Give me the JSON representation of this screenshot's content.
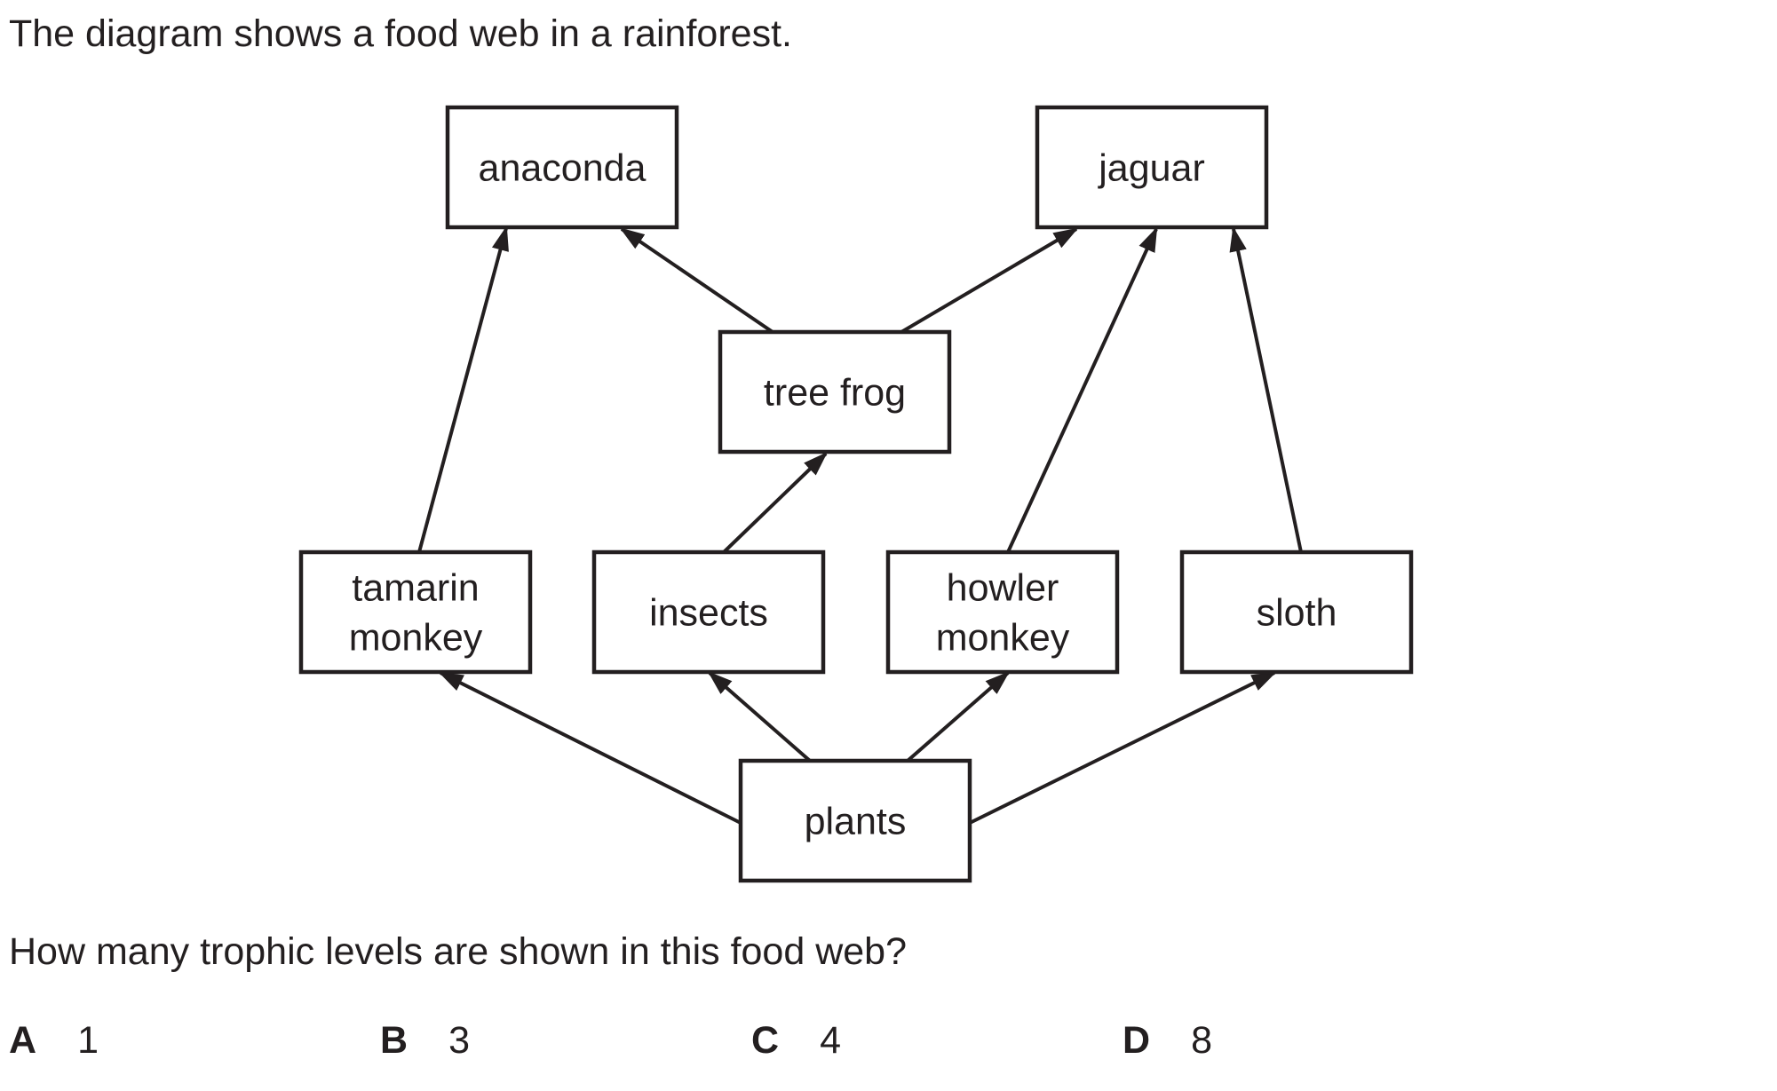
{
  "intro": "The diagram shows a food web in a rainforest.",
  "diagram": {
    "nodes": [
      {
        "id": "anaconda",
        "lines": [
          "anaconda"
        ]
      },
      {
        "id": "jaguar",
        "lines": [
          "jaguar"
        ]
      },
      {
        "id": "tree-frog",
        "lines": [
          "tree frog"
        ]
      },
      {
        "id": "tamarin-monkey",
        "lines": [
          "tamarin",
          "monkey"
        ]
      },
      {
        "id": "insects",
        "lines": [
          "insects"
        ]
      },
      {
        "id": "howler-monkey",
        "lines": [
          "howler",
          "monkey"
        ]
      },
      {
        "id": "sloth",
        "lines": [
          "sloth"
        ]
      },
      {
        "id": "plants",
        "lines": [
          "plants"
        ]
      }
    ],
    "edges": [
      {
        "from": "tamarin-monkey",
        "to": "anaconda"
      },
      {
        "from": "tree-frog",
        "to": "anaconda"
      },
      {
        "from": "tree-frog",
        "to": "jaguar"
      },
      {
        "from": "howler-monkey",
        "to": "jaguar"
      },
      {
        "from": "sloth",
        "to": "jaguar"
      },
      {
        "from": "insects",
        "to": "tree-frog"
      },
      {
        "from": "plants",
        "to": "tamarin-monkey"
      },
      {
        "from": "plants",
        "to": "insects"
      },
      {
        "from": "plants",
        "to": "howler-monkey"
      },
      {
        "from": "plants",
        "to": "sloth"
      }
    ]
  },
  "question": "How many trophic levels are shown in this food web?",
  "options": [
    {
      "letter": "A",
      "value": "1"
    },
    {
      "letter": "B",
      "value": "3"
    },
    {
      "letter": "C",
      "value": "4"
    },
    {
      "letter": "D",
      "value": "8"
    }
  ]
}
